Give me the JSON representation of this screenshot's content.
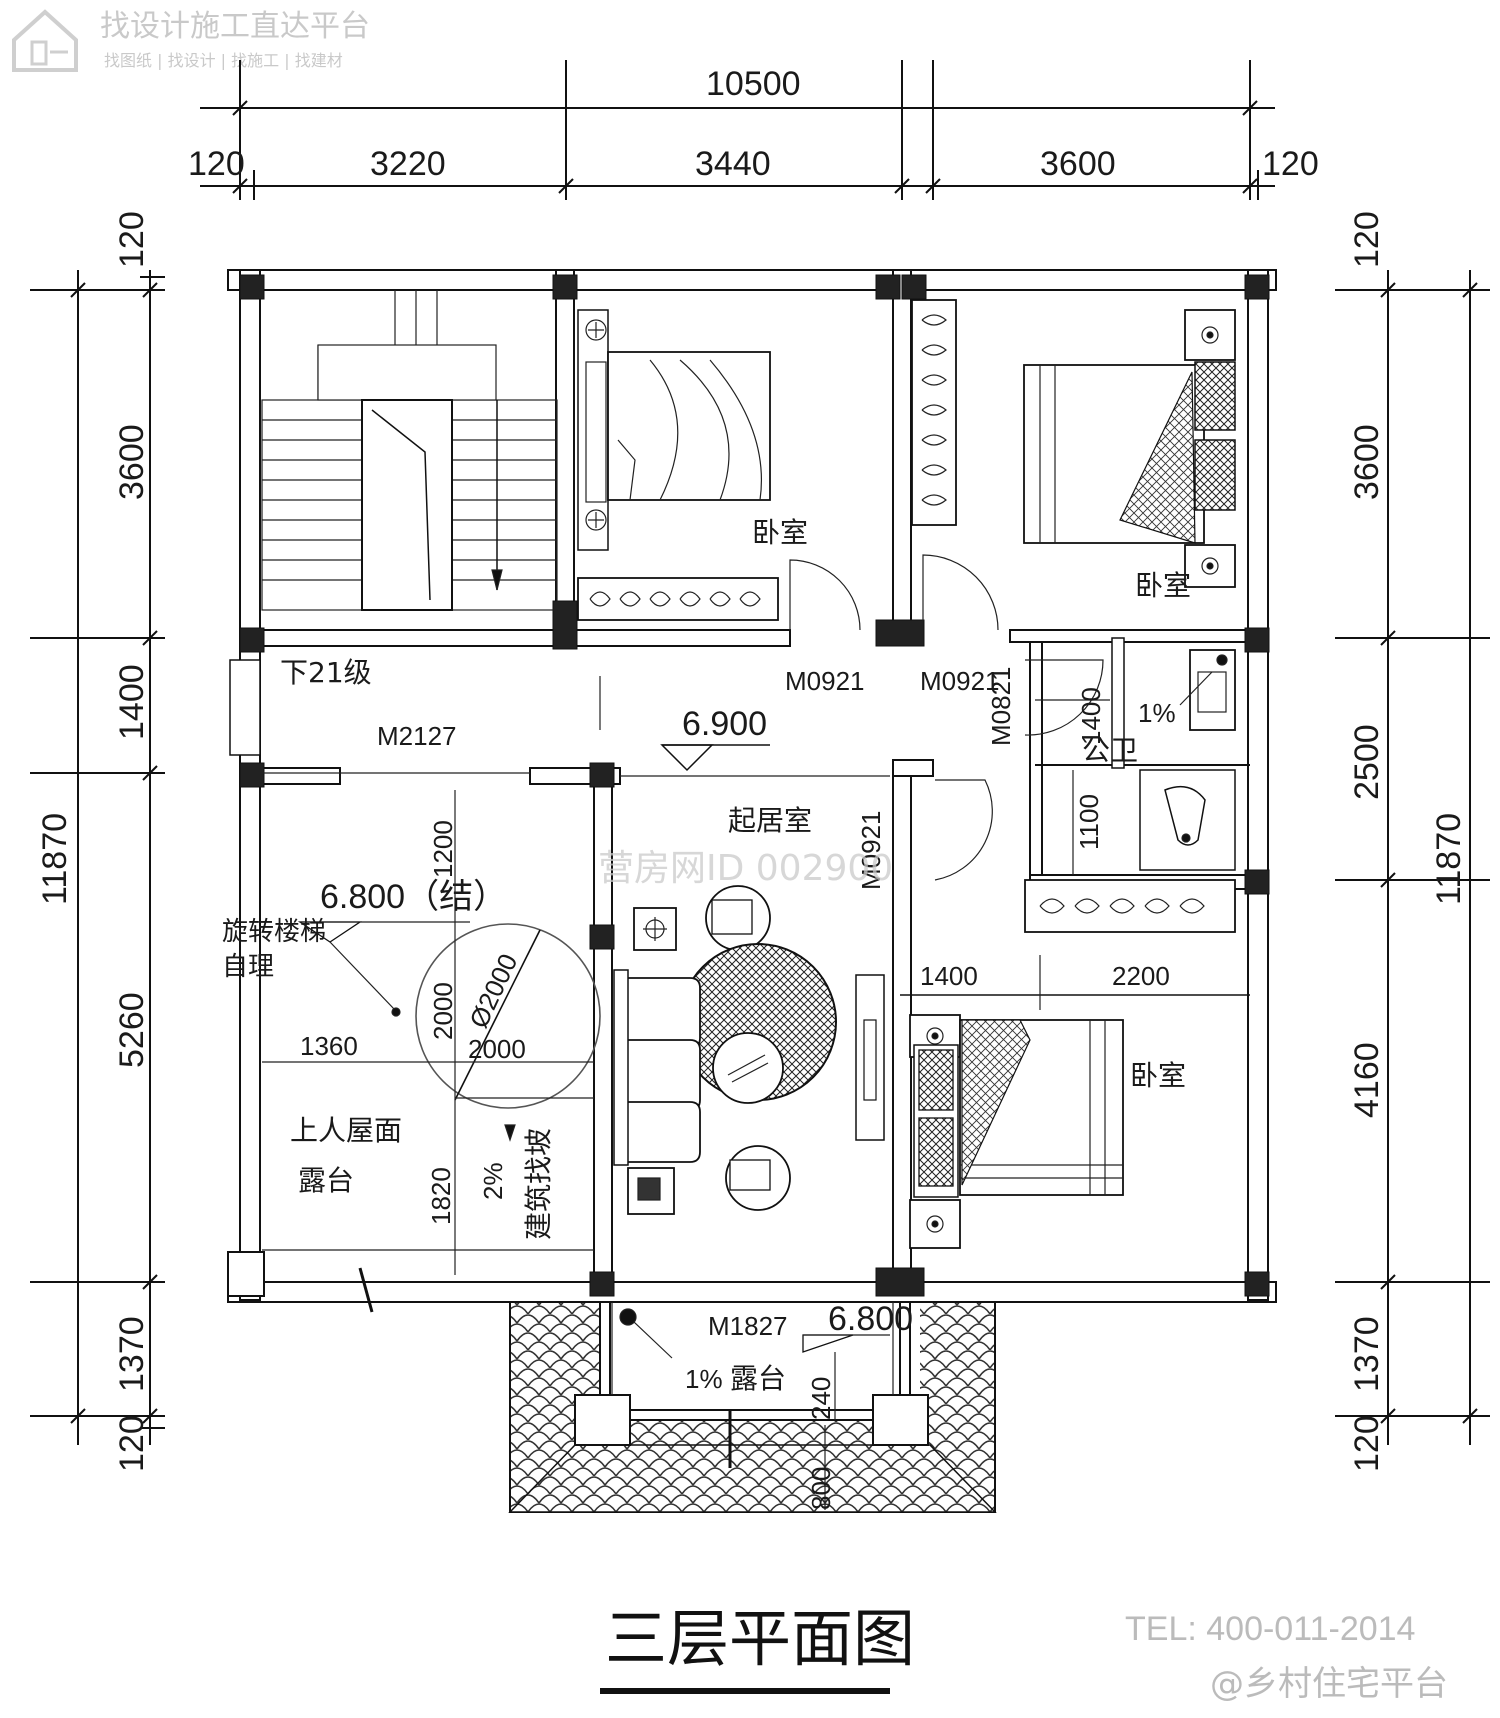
{
  "watermark_top": {
    "title": "找设计施工直达平台",
    "subtitle": "找图纸 | 找设计 | 找施工 | 找建材"
  },
  "watermark_mid": "营房网ID 002900",
  "dimensions_top": {
    "overall": "10500",
    "left_edge": "120",
    "seg1": "3220",
    "seg2": "3440",
    "seg3": "3600",
    "right_edge": "120"
  },
  "dimensions_left": {
    "top_edge": "120",
    "seg1": "3600",
    "seg2": "1400",
    "seg3": "5260",
    "seg4": "1370",
    "bottom_edge": "120",
    "overall": "11870"
  },
  "dimensions_right": {
    "top_edge": "120",
    "seg1": "3600",
    "seg2": "2500",
    "seg3": "4160",
    "seg4": "1370",
    "bottom_edge": "120",
    "overall": "11870"
  },
  "rooms": {
    "bedroom_a": "卧室",
    "bedroom_b": "卧室",
    "bedroom_c": "卧室",
    "living": "起居室",
    "toilet": "公卫",
    "roof_terrace_1": "上人屋面",
    "roof_terrace_2": "露台",
    "balcony": "露台"
  },
  "annotations": {
    "stair_down": "下21级",
    "door_m2127": "M2127",
    "door_m0921_a": "M0921",
    "door_m0921_b": "M0921",
    "door_m0921_c": "M0921",
    "door_m0821": "M0821",
    "door_m1827": "M1827",
    "level_living": "6.900",
    "level_roof": "6.800（结）",
    "level_balcony": "6.800",
    "spiral_stair_1": "旋转楼梯",
    "spiral_stair_2": "自理",
    "slope_roof": "2%",
    "slope_note": "建筑找坡",
    "slope_balcony": "1%",
    "slope_toilet": "1%",
    "d_1200": "1200",
    "d_2000a": "2000",
    "d_phi2000": "Ø2000",
    "d_2000b": "2000",
    "d_1360": "1360",
    "d_1820": "1820",
    "d_1400v": "1400",
    "d_1100": "1100",
    "d_1400h": "1400",
    "d_2200": "2200",
    "d_240": "240",
    "d_800": "800"
  },
  "drawing_title": "三层平面图",
  "footer": {
    "tel": "TEL: 400-011-2014",
    "platform": "@乡村住宅平台"
  }
}
